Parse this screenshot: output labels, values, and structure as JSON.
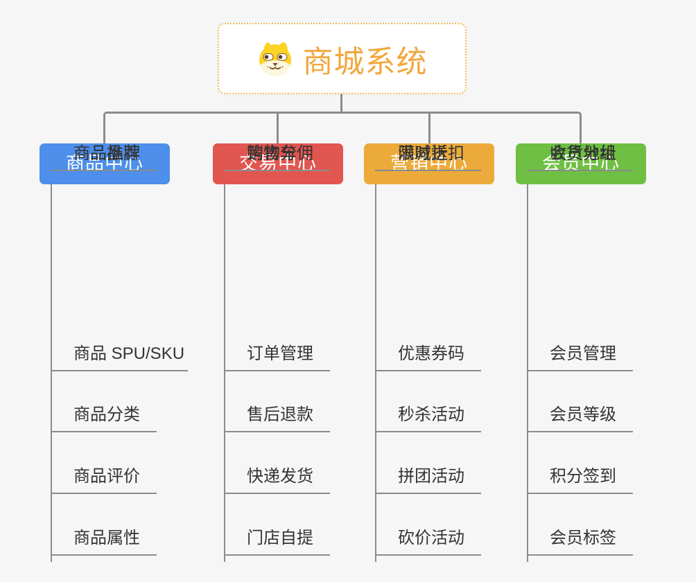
{
  "root": {
    "title": "商城系统",
    "icon": "dog-face-icon",
    "accent_color": "#f2a73e",
    "border_color": "#f3bb54"
  },
  "branches": [
    {
      "label": "商品中心",
      "color": "#4d8fea",
      "items": [
        "商品 SPU/SKU",
        "商品分类",
        "商品评价",
        "商品属性",
        "商品推荐",
        "商品品牌"
      ]
    },
    {
      "label": "交易中心",
      "color": "#e25650",
      "items": [
        "订单管理",
        "售后退款",
        "快递发货",
        "门店自提",
        "购物车",
        "销售分佣"
      ]
    },
    {
      "label": "营销中心",
      "color": "#ecaa3a",
      "items": [
        "优惠券码",
        "秒杀活动",
        "拼团活动",
        "砍价活动",
        "限时折扣",
        "满减送"
      ]
    },
    {
      "label": "会员中心",
      "color": "#6ebf43",
      "items": [
        "会员管理",
        "会员等级",
        "积分签到",
        "会员标签",
        "会员分组",
        "收货地址"
      ]
    }
  ],
  "style": {
    "connector_color": "#8b8b8b",
    "text_color": "#333333",
    "background": "#f6f6f6"
  }
}
